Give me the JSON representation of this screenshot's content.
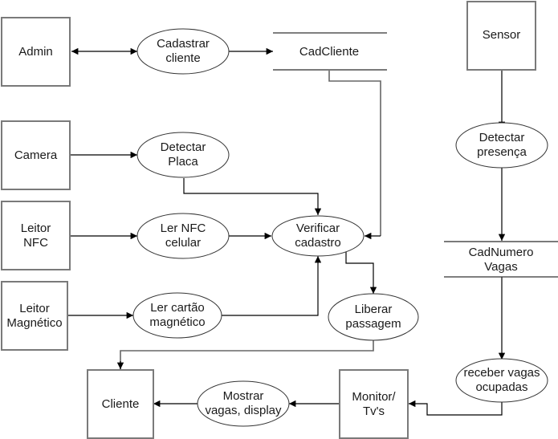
{
  "diagram": {
    "type": "data-flow-diagram",
    "entities": {
      "admin": "Admin",
      "camera": "Camera",
      "leitor_nfc": [
        "Leitor",
        "NFC"
      ],
      "leitor_magnetico": [
        "Leitor",
        "Magnético"
      ],
      "sensor": "Sensor",
      "cliente": "Cliente",
      "monitor": [
        "Monitor/",
        "Tv's"
      ]
    },
    "processes": {
      "cadastrar_cliente": [
        "Cadastrar",
        "cliente"
      ],
      "detectar_placa": [
        "Detectar",
        "Placa"
      ],
      "ler_nfc": [
        "Ler NFC",
        "celular"
      ],
      "ler_cartao": [
        "Ler cartão",
        "magnético"
      ],
      "verificar_cadastro": [
        "Verificar",
        "cadastro"
      ],
      "liberar_passagem": [
        "Liberar",
        "passagem"
      ],
      "detectar_presenca": [
        "Detectar",
        "presença"
      ],
      "receber_vagas": [
        "receber vagas",
        "ocupadas"
      ],
      "mostrar_vagas": [
        "Mostrar",
        "vagas, display"
      ]
    },
    "stores": {
      "cad_cliente": "CadCliente",
      "cad_numero_vagas": [
        "CadNumero",
        "Vagas"
      ]
    },
    "flows": [
      {
        "from": "Admin",
        "to": "Cadastrar cliente",
        "bidirectional": true
      },
      {
        "from": "Cadastrar cliente",
        "to": "CadCliente"
      },
      {
        "from": "CadCliente",
        "to": "Verificar cadastro"
      },
      {
        "from": "Camera",
        "to": "Detectar Placa"
      },
      {
        "from": "Detectar Placa",
        "to": "Verificar cadastro"
      },
      {
        "from": "Leitor NFC",
        "to": "Ler NFC celular"
      },
      {
        "from": "Ler NFC celular",
        "to": "Verificar cadastro"
      },
      {
        "from": "Leitor Magnético",
        "to": "Ler cartão magnético"
      },
      {
        "from": "Ler cartão magnético",
        "to": "Verificar cadastro"
      },
      {
        "from": "Verificar cadastro",
        "to": "Liberar passagem"
      },
      {
        "from": "Liberar passagem",
        "to": "Cliente"
      },
      {
        "from": "Sensor",
        "to": "Detectar presença"
      },
      {
        "from": "Detectar presença",
        "to": "CadNumero Vagas"
      },
      {
        "from": "CadNumero Vagas",
        "to": "receber vagas ocupadas"
      },
      {
        "from": "receber vagas ocupadas",
        "to": "Monitor/Tv's"
      },
      {
        "from": "Monitor/Tv's",
        "to": "Mostrar vagas, display"
      },
      {
        "from": "Mostrar vagas, display",
        "to": "Cliente"
      }
    ]
  }
}
